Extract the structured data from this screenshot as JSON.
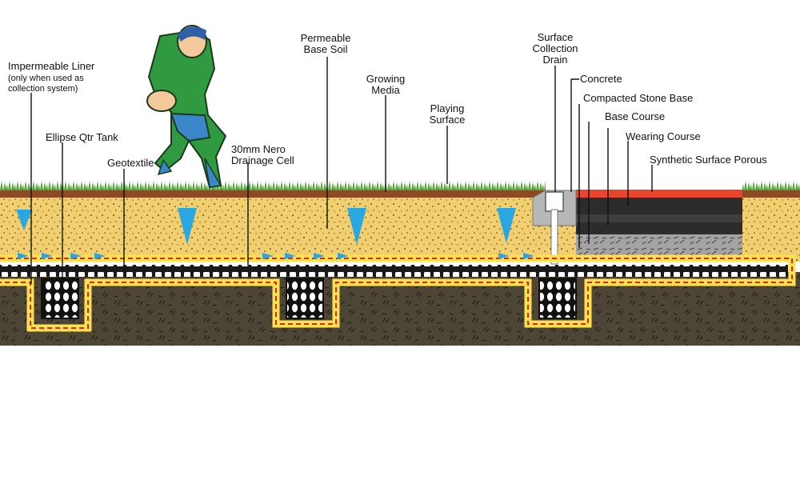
{
  "labels": {
    "impermeable_liner": "Impermeable Liner",
    "impermeable_liner_note_1": "(only when used as",
    "impermeable_liner_note_2": "collection system)",
    "ellipse_tank": "Ellipse Qtr Tank",
    "geotextile": "Geotextile",
    "drainage_cell_1": "30mm Nero",
    "drainage_cell_2": "Drainage Cell",
    "permeable_base_soil_1": "Permeable",
    "permeable_base_soil_2": "Base Soil",
    "growing_media_1": "Growing",
    "growing_media_2": "Media",
    "playing_surface_1": "Playing",
    "playing_surface_2": "Surface",
    "surface_drain_1": "Surface",
    "surface_drain_2": "Collection",
    "surface_drain_3": "Drain",
    "concrete": "Concrete",
    "compacted_stone_base": "Compacted Stone Base",
    "base_course": "Base Course",
    "wearing_course": "Wearing Course",
    "synthetic_surface": "Synthetic Surface Porous"
  },
  "colors": {
    "sand": "#f2cf6e",
    "subsoil": "#4d4535",
    "grass": "#4ea535",
    "topsoil": "#8b4a22",
    "liner_red": "#d9252b",
    "liner_yellow": "#ffe14d",
    "water_arrow": "#2aa7e0",
    "wearing_red": "#e8452c",
    "base_course": "#2c2c2c",
    "stone_base": "#9b9b9b",
    "concrete": "#b7b7b7",
    "player_green": "#2f9a3f",
    "player_blue": "#3a86c8"
  },
  "icons": [
    "rugby-player-icon",
    "water-flow-arrow-icon",
    "drainage-cell-icon",
    "ellipse-tank-icon"
  ]
}
